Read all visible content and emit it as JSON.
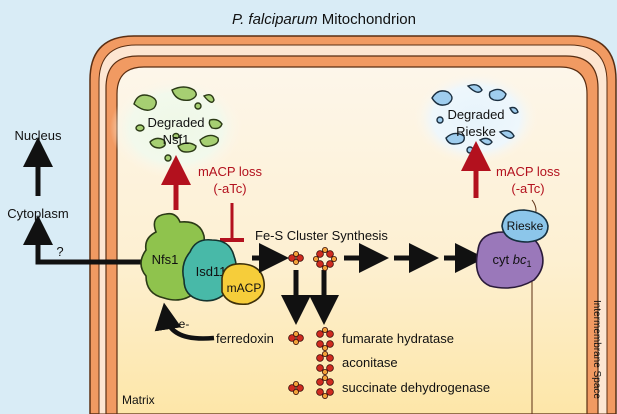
{
  "title": {
    "italic": "P. falciparum",
    "rest": " Mitochondrion"
  },
  "labels": {
    "nucleus": "Nucleus",
    "cytoplasm": "Cytoplasm",
    "question": "?",
    "degraded_nsf1_line1": "Degraded",
    "degraded_nsf1_line2": "Nsf1",
    "degraded_rieske_line1": "Degraded",
    "degraded_rieske_line2": "Rieske",
    "macp_loss_left_line1": "mACP loss",
    "macp_loss_left_line2": "(-aTc)",
    "macp_loss_right_line1": "mACP loss",
    "macp_loss_right_line2": "(-aTc)",
    "fes_synthesis": "Fe-S Cluster Synthesis",
    "nfs1": "Nfs1",
    "isd11": "Isd11",
    "macp": "mACP",
    "rieske": "Rieske",
    "cyt_bc1_main": "cyt ",
    "cyt_bc1_italic": "bc",
    "cyt_bc1_sub": "1",
    "electron": "e-",
    "ferredoxin": "ferredoxin",
    "fumarate_hydratase": "fumarate hydratase",
    "aconitase": "aconitase",
    "succinate_dehydrogenase": "succinate dehydrogenase",
    "matrix": "Matrix",
    "intermembrane_space": "Intermembrane Space"
  },
  "colors": {
    "background": "#d9ecf6",
    "outer_membrane": "#f19a62",
    "ims": "#fde6d2",
    "matrix_top": "#fdf4e4",
    "matrix_bottom": "#fde9b2",
    "inhibition_red": "#b3111e",
    "arrow_black": "#111111",
    "nfs1_green": "#8fc34d",
    "isd11_teal": "#48b9a8",
    "macp_yellow": "#f6cd3a",
    "rieske_blue": "#8cc6ea",
    "cyt_purple": "#9a78ba",
    "cluster_red": "#cf2b20",
    "cluster_orange": "#f2a13a"
  }
}
